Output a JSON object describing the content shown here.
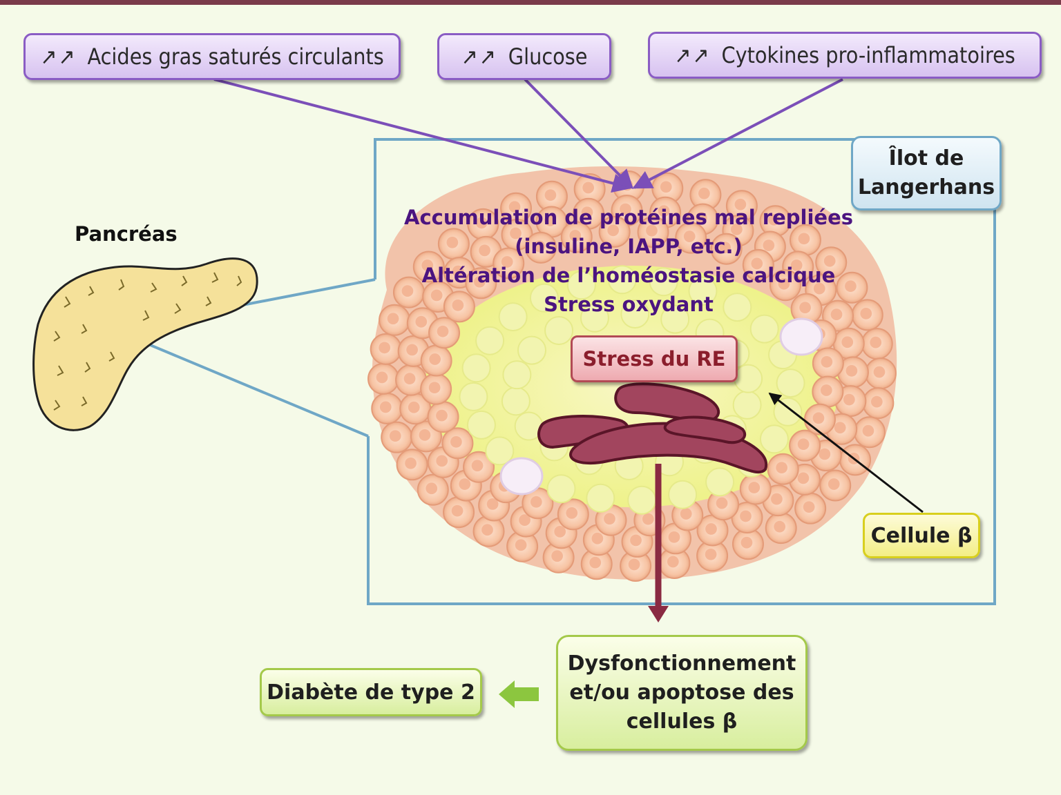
{
  "inputs": [
    {
      "arrows": "↗↗",
      "label": "Acides gras saturés circulants"
    },
    {
      "arrows": "↗↗",
      "label": "Glucose"
    },
    {
      "arrows": "↗↗",
      "label": "Cytokines pro-inflammatoires"
    }
  ],
  "islet_label": {
    "line1": "Îlot de",
    "line2": "Langerhans"
  },
  "pancreas_label": "Pancréas",
  "effects": [
    "Accumulation de protéines mal repliées",
    "(insuline, IAPP, etc.)",
    "Altération de l’homéostasie calcique",
    "Stress oxydant"
  ],
  "er_stress_label": "Stress du RE",
  "beta_cell_label": "Cellule β",
  "outcome": {
    "line1": "Dysfonctionnement",
    "line2": "et/ou apoptose des",
    "line3": "cellules β"
  },
  "disease_label": "Diabète de type 2",
  "colors": {
    "background": "#f5fae8",
    "top_bar": "#7a3b4a",
    "input_arrow": "#7b4fb8",
    "zoom_lines": "#6fa7c6",
    "effect_text": "#4b1480",
    "er": "#8a2a42",
    "green_arrow": "#8cc63f"
  }
}
